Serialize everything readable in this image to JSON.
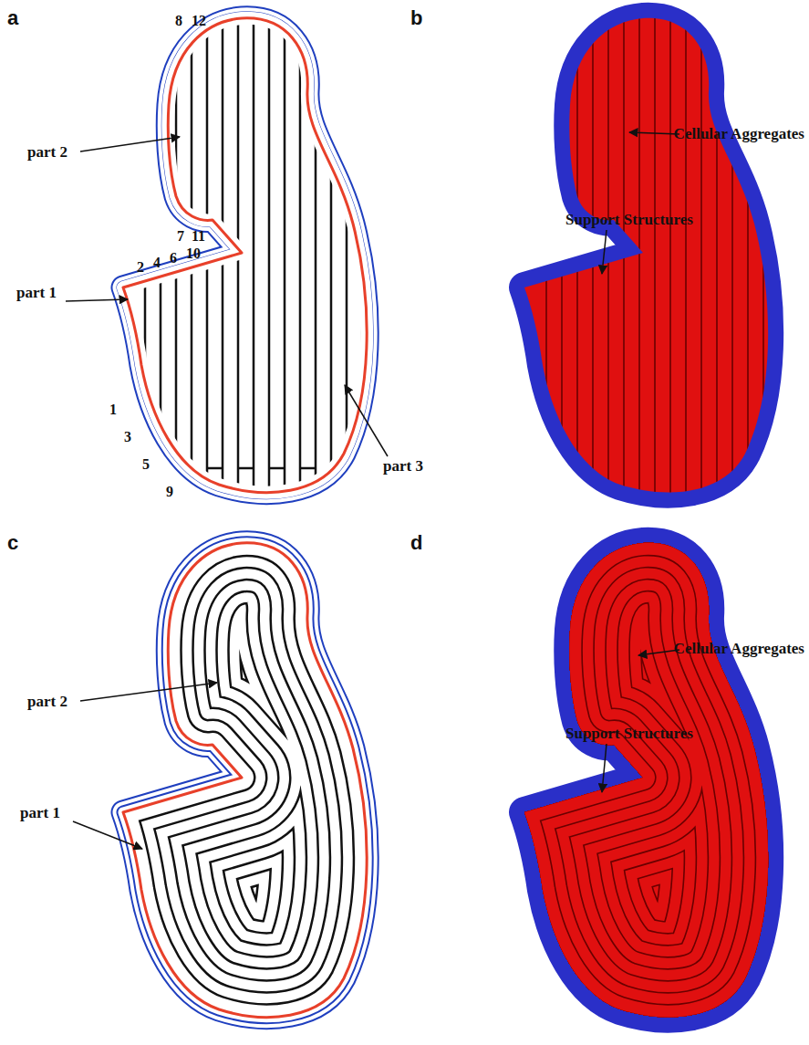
{
  "diagram": {
    "labels": [
      "a",
      "b",
      "c",
      "d",
      "8",
      "12",
      "7",
      "11",
      "2",
      "4",
      "6",
      "10",
      "1",
      "3",
      "5",
      "9",
      "part 2",
      "part 1",
      "part 3",
      "Cellular Aggregates",
      "Support Structures",
      "part 2",
      "part 1",
      "Cellular Aggregates",
      "Support Structures"
    ]
  }
}
